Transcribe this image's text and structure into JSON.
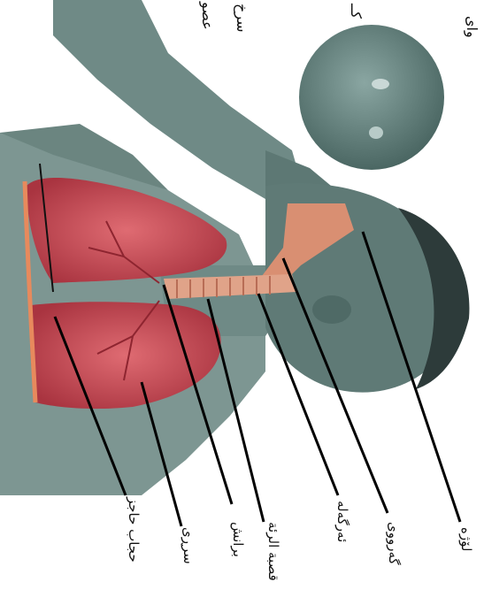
{
  "labels": {
    "diaphragm": "حجاب حاجز",
    "lung": "سرڕی",
    "bronchus": "برانش",
    "trachea": "قصبة الرئة",
    "larynx": "ئەرگەلە",
    "pharynx": "گەرووی",
    "nose": "لۆژە"
  },
  "fragments": {
    "f1": "وای",
    "f2": "كــ",
    "f3": "سرخ",
    "f4": "عصو"
  },
  "colors": {
    "lung": "#c8464f",
    "lung_dark": "#8e2530",
    "airway": "#d98f72",
    "skin": "#6f8a86",
    "skin_dark": "#4b6561",
    "balloon": "#5f7c78",
    "shirt": "#8aa29e",
    "hair": "#2d3b3a",
    "line": "#000000"
  }
}
